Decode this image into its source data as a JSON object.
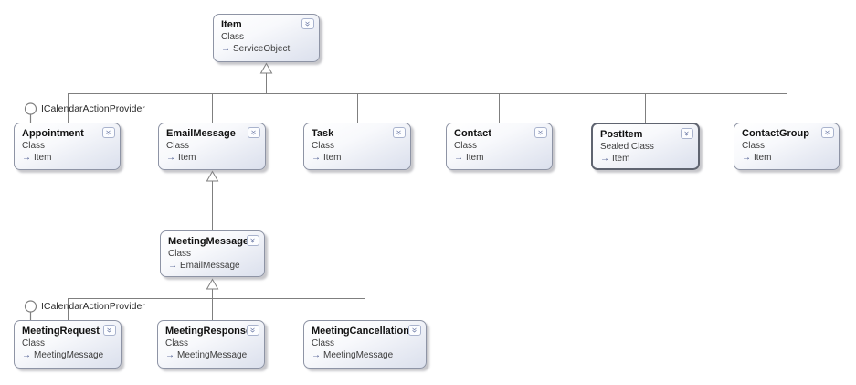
{
  "diagram": {
    "kind_labels": {
      "class": "Class",
      "sealed_class": "Sealed Class"
    },
    "icons": {
      "collapse_chevron_glyph": "«",
      "inherits_arrow_glyph": "→"
    },
    "classes": [
      {
        "name": "Item",
        "kind": "Class",
        "base": "ServiceObject"
      },
      {
        "name": "Appointment",
        "kind": "Class",
        "base": "Item"
      },
      {
        "name": "EmailMessage",
        "kind": "Class",
        "base": "Item"
      },
      {
        "name": "Task",
        "kind": "Class",
        "base": "Item"
      },
      {
        "name": "Contact",
        "kind": "Class",
        "base": "Item"
      },
      {
        "name": "PostItem",
        "kind": "Sealed Class",
        "base": "Item"
      },
      {
        "name": "ContactGroup",
        "kind": "Class",
        "base": "Item"
      },
      {
        "name": "MeetingMessage",
        "kind": "Class",
        "base": "EmailMessage"
      },
      {
        "name": "MeetingRequest",
        "kind": "Class",
        "base": "MeetingMessage"
      },
      {
        "name": "MeetingResponse",
        "kind": "Class",
        "base": "MeetingMessage"
      },
      {
        "name": "MeetingCancellation",
        "kind": "Class",
        "base": "MeetingMessage"
      }
    ],
    "interfaces": [
      {
        "name": "ICalendarActionProvider"
      },
      {
        "name": "ICalendarActionProvider"
      }
    ],
    "colors": {
      "connector": "#7f7f7f",
      "box_border": "#8e94a5",
      "sealed_border": "#5f6470",
      "box_fill_bottom": "#dbe0ed",
      "chevron": "#6d7ba6"
    }
  }
}
